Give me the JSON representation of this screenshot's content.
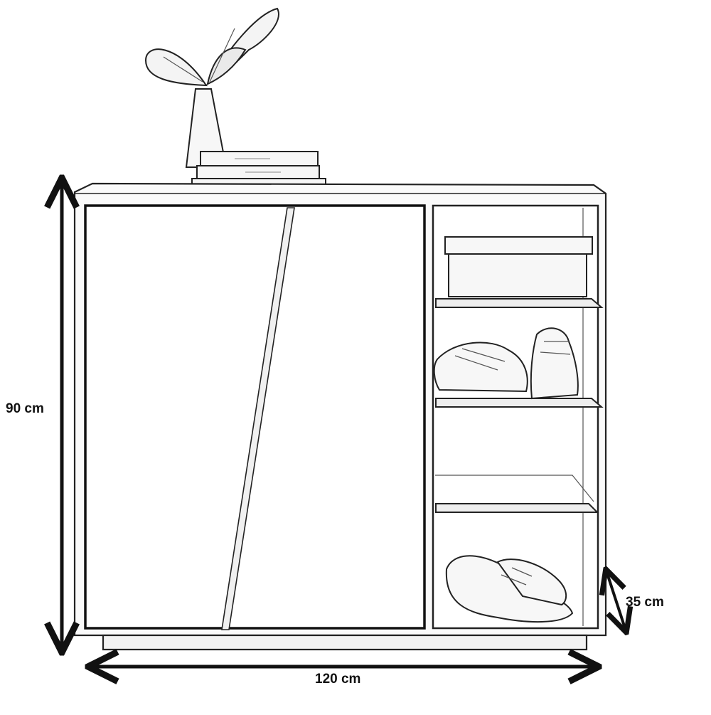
{
  "dimensions": {
    "height": "90 cm",
    "width": "120 cm",
    "depth": "35 cm"
  },
  "colors": {
    "line": "#111111",
    "background": "#ffffff",
    "fill": "#fafafa"
  }
}
